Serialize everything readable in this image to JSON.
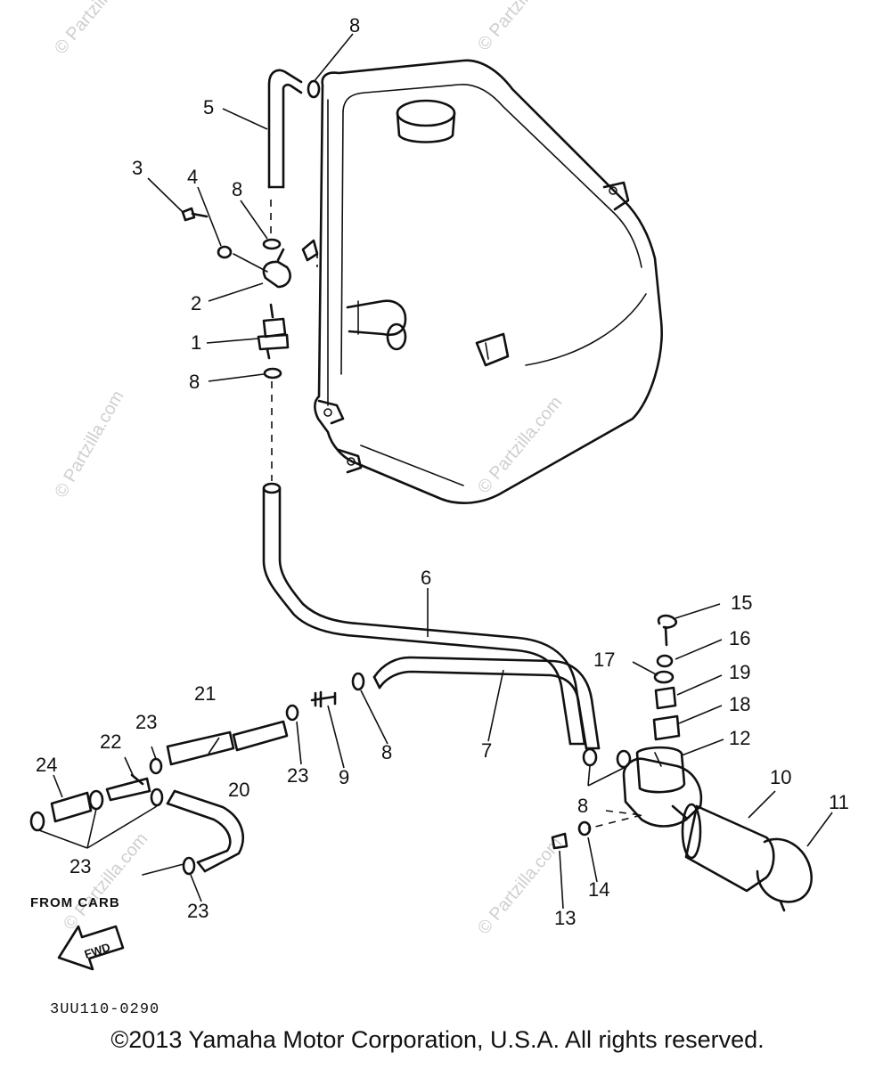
{
  "watermark": "© Partzilla.com",
  "callouts": {
    "c1": "1",
    "c2": "2",
    "c3": "3",
    "c4": "4",
    "c5": "5",
    "c6": "6",
    "c7": "7",
    "c8a": "8",
    "c8b": "8",
    "c8c": "8",
    "c8d": "8",
    "c8e": "8",
    "c9": "9",
    "c10": "10",
    "c11": "11",
    "c12": "12",
    "c13": "13",
    "c14": "14",
    "c15": "15",
    "c16": "16",
    "c17": "17",
    "c18": "18",
    "c19": "19",
    "c20": "20",
    "c21": "21",
    "c22": "22",
    "c23a": "23",
    "c23b": "23",
    "c23c": "23",
    "c23d": "23",
    "c24": "24"
  },
  "from_carb": "FROM CARB",
  "fwd": "FWD",
  "diagram_code": "3UU110-0290",
  "copyright": "©2013 Yamaha Motor Corporation, U.S.A. All rights reserved."
}
